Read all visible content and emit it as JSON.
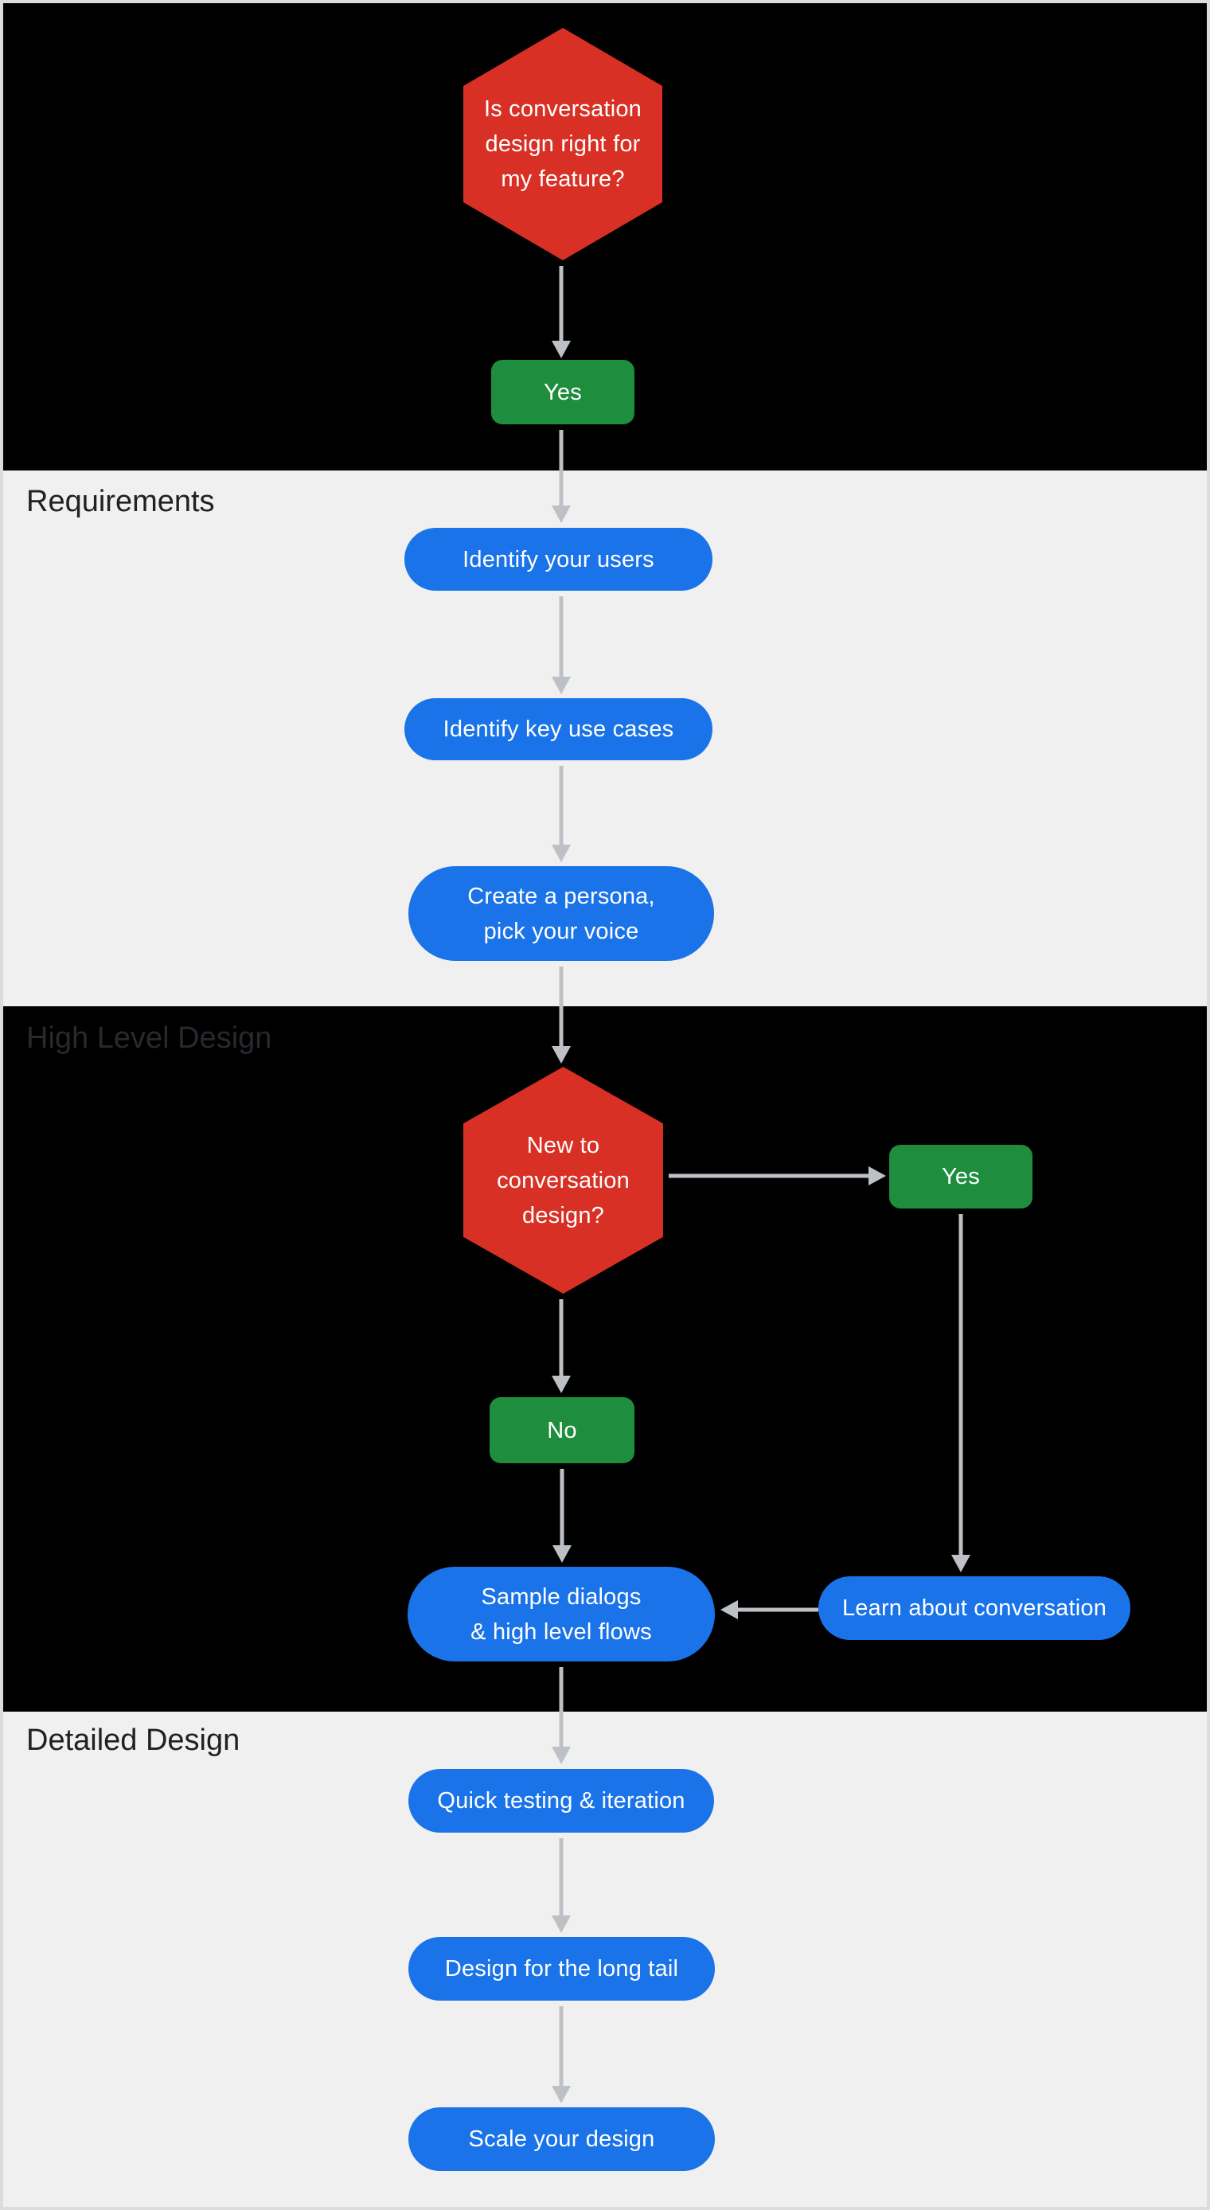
{
  "sections": {
    "requirements": "Requirements",
    "high_level": "High Level Design",
    "detailed": "Detailed Design"
  },
  "flow": {
    "decision_top": {
      "lines": [
        "Is conversation",
        "design right for",
        "my feature?"
      ]
    },
    "yes_top": "Yes",
    "identify_users": "Identify your users",
    "identify_use_cases": "Identify key use cases",
    "create_persona": {
      "lines": [
        "Create a persona,",
        "pick your voice"
      ]
    },
    "decision_new": {
      "lines": [
        "New to",
        "conversation",
        "design?"
      ]
    },
    "yes_right": "Yes",
    "no": "No",
    "sample_dialogs": {
      "lines": [
        "Sample dialogs",
        "& high level flows"
      ]
    },
    "learn_conversation": "Learn about conversation",
    "quick_testing": "Quick testing & iteration",
    "long_tail": "Design for the long tail",
    "scale_design": "Scale your design"
  },
  "colors": {
    "decision_red": "#d93025",
    "outcome_green": "#1e8e3e",
    "process_blue": "#1a73e8",
    "arrow_gray": "#bdc1c6",
    "dark_section_bg": "#000000",
    "light_section_bg": "#f0f0f0",
    "label_dark": "#202124",
    "label_on_dark": "#26292e",
    "frame_border": "#dadce0"
  }
}
